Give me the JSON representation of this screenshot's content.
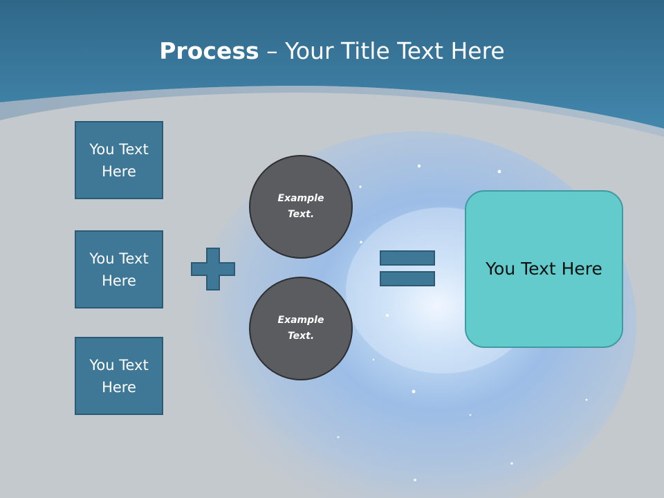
{
  "slide": {
    "title_bold": "Process",
    "title_rest": " – Your Title Text Here",
    "boxes": [
      {
        "label": "You Text Here"
      },
      {
        "label": "You Text Here"
      },
      {
        "label": "You Text Here"
      }
    ],
    "circles": [
      {
        "label": "Example Text."
      },
      {
        "label": "Example Text."
      }
    ],
    "operators": {
      "plus": "plus-icon",
      "equals": "equals-icon"
    },
    "result": {
      "label": "You Text Here"
    }
  },
  "colors": {
    "header_blue": "#3a7ea3",
    "box_fill": "#3e7896",
    "circle_fill": "#5b5c5f",
    "result_fill": "#63cbcb",
    "background_gray": "#c4c9ce"
  }
}
